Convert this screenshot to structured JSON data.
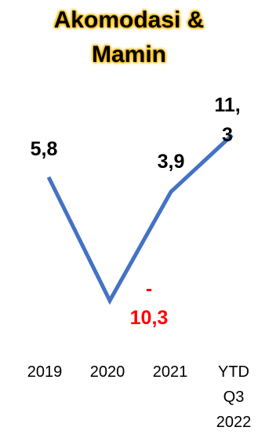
{
  "title_lines": [
    "Akomodasi &",
    "Mamin"
  ],
  "colors": {
    "line": "#4472c4",
    "negative": "#ff0000",
    "positive": "#000000",
    "title_glow": "#f2b800"
  },
  "chart_data": {
    "type": "line",
    "title": "Akomodasi & Mamin",
    "categories": [
      "2019",
      "2020",
      "2021",
      "YTD Q3 2022"
    ],
    "category_label_lines": [
      [
        "2019"
      ],
      [
        "2020"
      ],
      [
        "2021"
      ],
      [
        "YTD",
        "Q3",
        "2022"
      ]
    ],
    "values": [
      5.8,
      -10.3,
      3.9,
      11.3
    ],
    "data_labels": [
      [
        "5,8"
      ],
      [
        "-",
        "10,3"
      ],
      [
        "3,9"
      ],
      [
        "11,",
        "3"
      ]
    ],
    "legend": "none",
    "grid": false
  }
}
